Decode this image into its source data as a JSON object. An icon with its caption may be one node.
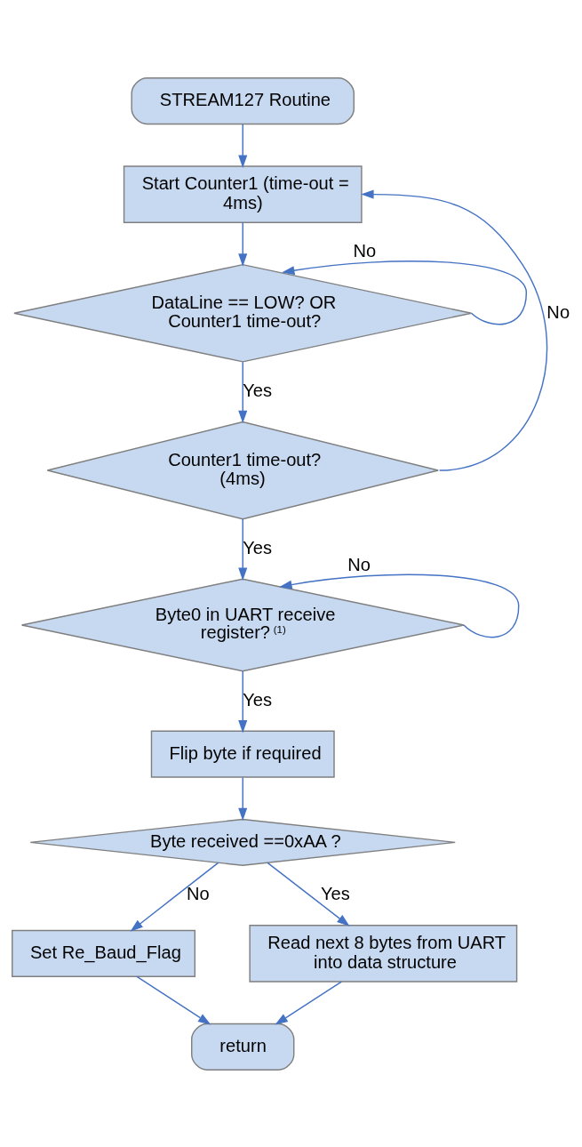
{
  "diagram": {
    "nodes": [
      {
        "text": [
          "STREAM127 Routine"
        ]
      },
      {
        "text": [
          "Start Counter1 (time-out = 4ms)"
        ]
      },
      {
        "text": [
          "DataLine == LOW? OR Counter1 time-out?"
        ]
      },
      {
        "text": [
          "Counter1 time-out? (4ms)"
        ]
      },
      {
        "text": [
          "Byte0 in UART receive register? $^{(1)}$"
        ]
      },
      {
        "text": [
          "Flip byte if required"
        ]
      },
      {
        "text": [
          "Byte received ==0xAA ?"
        ]
      },
      {
        "text": [
          "Set Re_Baud_Flag"
        ]
      },
      {
        "text": [
          "Read next 8 bytes from UART into data structure"
        ]
      },
      {
        "text": [
          "return"
        ]
      }
    ],
    "edges": [
      {
        "from": 0,
        "to": 1,
        "arrow": "to"
      },
      {
        "from": 1,
        "to": 2,
        "arrow": "to"
      },
      {
        "from": 2,
        "to": 2,
        "arrow": "to",
        "label": "No"
      },
      {
        "from": 2,
        "to": 3,
        "arrow": "to",
        "label": "Yes"
      },
      {
        "from": 3,
        "to": 1,
        "arrow": "to",
        "label": "No"
      },
      {
        "from": 3,
        "to": 4,
        "arrow": "to",
        "label": "Yes"
      },
      {
        "from": 4,
        "to": 4,
        "arrow": "to",
        "label": "No"
      },
      {
        "from": 4,
        "to": 5,
        "arrow": "to",
        "label": "Yes"
      },
      {
        "from": 5,
        "to": 6,
        "arrow": "to"
      },
      {
        "from": 6,
        "to": 7,
        "arrow": "to",
        "label": "No"
      },
      {
        "from": 6,
        "to": 8,
        "arrow": "to",
        "label": "Yes"
      },
      {
        "from": 7,
        "to": 9,
        "arrow": "to"
      },
      {
        "from": 8,
        "to": 9,
        "arrow": "to"
      }
    ]
  }
}
